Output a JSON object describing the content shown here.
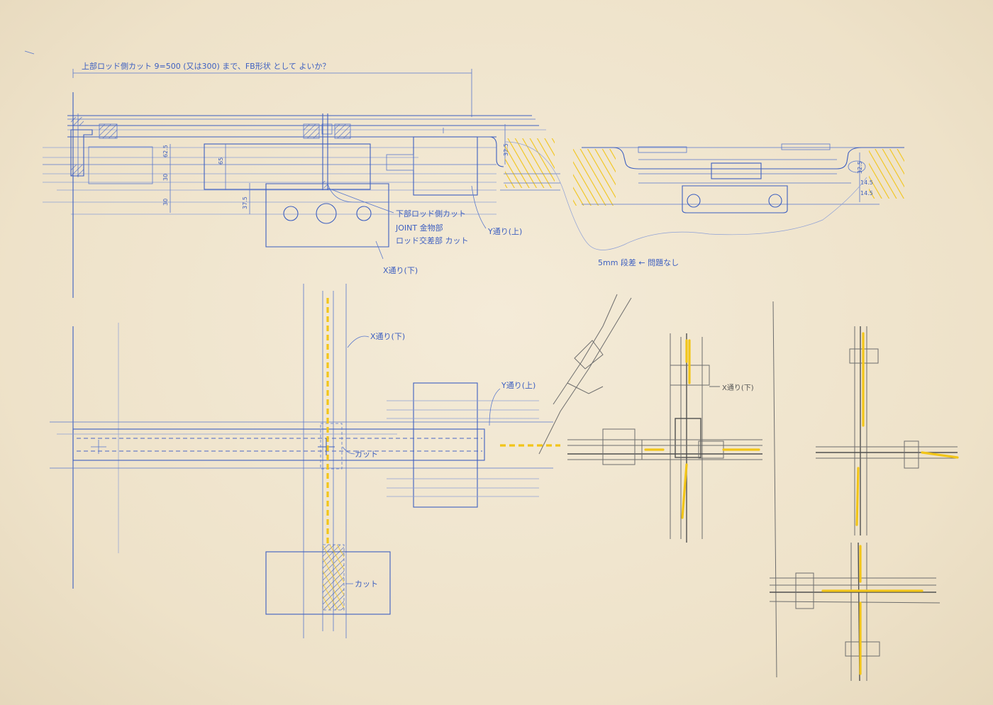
{
  "sheet": {
    "title_note": "上部ロッド側カット 9=500 (又は300) まで、FB形状 として よいか？",
    "labels": {
      "lower_rod_note_1": "下部ロッド側カット",
      "lower_rod_note_2": "JOINT 金物部",
      "lower_rod_note_3": "ロッド交差部 カット",
      "y_upper_top": "Y通り(上)",
      "x_lower_top": "X通り(下)",
      "step_note": "5mm 段差 ← 問題なし",
      "x_lower_plan": "X通り(下)",
      "y_upper_plan": "Y通り(上)",
      "cut_1": "カット",
      "cut_2": "カット",
      "x_lower_sketch": "X通り(下)"
    },
    "dimensions": {
      "d1": "62.5",
      "d2": "30",
      "d3": "30",
      "d4": "65",
      "d5": "37.5",
      "d6": "32.5",
      "d7": "32.5",
      "d8": "14.5",
      "d9": "14.5"
    }
  },
  "colors": {
    "paper": "#efe6d2",
    "blue_ink": "#3d5fc0",
    "pencil": "#6d6d6d",
    "highlighter": "#f2c518"
  }
}
